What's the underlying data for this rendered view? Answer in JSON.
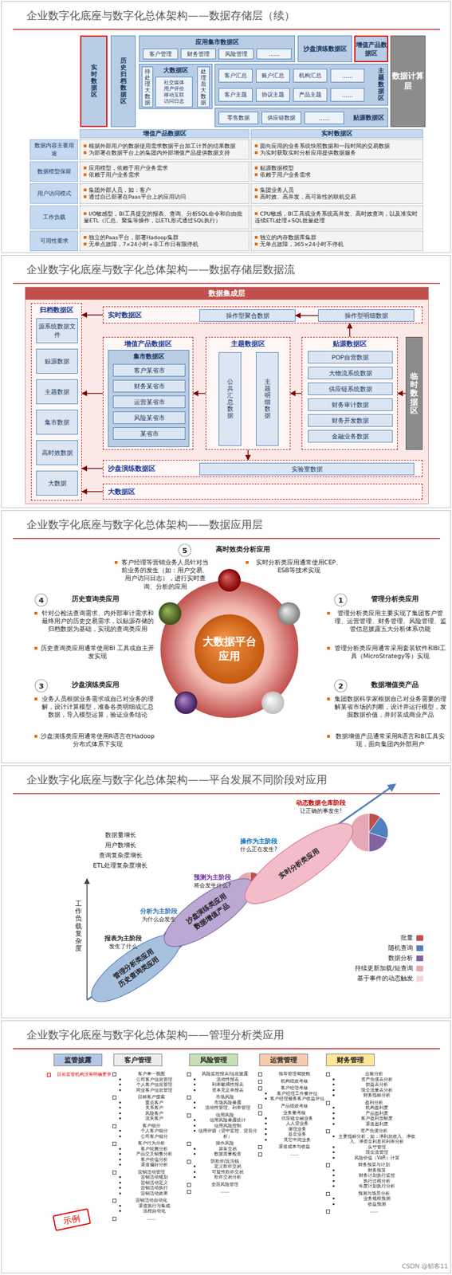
{
  "diagram": {
    "nodes": [
      {
        "text": [
          "企业数字化底座与数字化总体架构——数据存储层（续）"
        ]
      },
      {
        "text": [
          "实时数据区"
        ],
        "in": 0
      },
      {
        "text": [
          "历史归档数据区"
        ],
        "in": 0
      },
      {
        "text": [
          "应用集市数据区"
        ],
        "in": 0
      },
      {
        "text": [
          "客户管理"
        ],
        "in": 3
      },
      {
        "text": [
          "财务管理"
        ],
        "in": 3
      },
      {
        "text": [
          "风险管理"
        ],
        "in": 3
      },
      {
        "text": [
          "......"
        ],
        "in": 3
      },
      {
        "text": [
          "沙盘演练数据区"
        ],
        "in": 0
      },
      {
        "text": [
          "增值产品数据区"
        ],
        "in": 0
      },
      {
        "text": [
          "数据计算层"
        ],
        "in": 0
      },
      {
        "text": [
          "大数据区"
        ],
        "in": 0
      },
      {
        "text": [
          "待处理大数据"
        ],
        "in": 11
      },
      {
        "text": [
          "社交媒体",
          "用户评价",
          "移动互联",
          "访问日志"
        ],
        "in": 11
      },
      {
        "text": [
          "处理后大数据"
        ],
        "in": 11
      },
      {
        "text": [
          "主题数据区"
        ],
        "in": 0
      },
      {
        "text": [
          "客户汇总"
        ],
        "in": 15
      },
      {
        "text": [
          "账户汇总"
        ],
        "in": 15
      },
      {
        "text": [
          "机构汇总"
        ],
        "in": 15
      },
      {
        "text": [
          "......"
        ],
        "in": 15
      },
      {
        "text": [
          "客户主题"
        ],
        "in": 15
      },
      {
        "text": [
          "协议主题"
        ],
        "in": 15
      },
      {
        "text": [
          "产品主题"
        ],
        "in": 15
      },
      {
        "text": [
          "......"
        ],
        "in": 15
      },
      {
        "text": [
          "贴源数据区"
        ],
        "in": 0
      },
      {
        "text": [
          "零售数据"
        ],
        "in": 24
      },
      {
        "text": [
          "供应链数据"
        ],
        "in": 24
      },
      {
        "text": [
          "......"
        ],
        "in": 24
      },
      {
        "text": [
          "增值产品数据区"
        ],
        "in": 0
      },
      {
        "text": [
          "实时数据区"
        ],
        "in": 0
      },
      {
        "text": [
          "数据内容主要用途"
        ],
        "in": 0
      },
      {
        "text": [
          "根据外部用户的数据使用需求数据平台加工计算的结果数据",
          "为部署在数据平台上的集团内外部增值产品提供数据支持"
        ],
        "in": 0
      },
      {
        "text": [
          "面向应用的业务系统快照数据和一段时间的交易数据",
          "为实时获取实时分析应用提供数据服务"
        ],
        "in": 0
      },
      {
        "text": [
          "数据模型保留"
        ],
        "in": 0
      },
      {
        "text": [
          "应用模型，依赖于用户业务需求",
          "依赖于用户业务需求"
        ],
        "in": 0
      },
      {
        "text": [
          "贴源数据模型",
          "依赖于用户业务需求"
        ],
        "in": 0
      },
      {
        "text": [
          "用户访问模式"
        ],
        "in": 0
      },
      {
        "text": [
          "集团外部人员，如：客户",
          "通过自己部署在Paas平台上的应用访问"
        ],
        "in": 0
      },
      {
        "text": [
          "集团业务人员",
          "高时效、高并发，高可靠性的联机交易"
        ],
        "in": 0
      },
      {
        "text": [
          "工作负载"
        ],
        "in": 0
      },
      {
        "text": [
          "I/O敏感型，BI工具提交的报表、查询、分析SQL命令和自由批量ETL（汇总、聚集等操作，以ETL形式通过SQL执行）"
        ],
        "in": 0
      },
      {
        "text": [
          "CPU敏感，BI工具或业务系统高并发、高时效查询，以及准实时连续ETL处理+SQL批量处理"
        ],
        "in": 0
      },
      {
        "text": [
          "可用性要求"
        ],
        "in": 0
      },
      {
        "text": [
          "独立的Paas平台，部署Hadoop集群",
          "无单点故障，7×24小时+非工作日有限停机"
        ],
        "in": 0
      },
      {
        "text": [
          "独立的内存数据库集群",
          "无单点故障，365×24小时不停机"
        ],
        "in": 0
      },
      {
        "text": [
          "企业数字化底座与数字化总体架构——数据存储层数据流"
        ]
      },
      {
        "text": [
          "数据集成层"
        ],
        "in": 45
      },
      {
        "text": [
          "归档数据区"
        ],
        "in": 46
      },
      {
        "text": [
          "源系统数据文件"
        ],
        "in": 47
      },
      {
        "text": [
          "贴源数据"
        ],
        "in": 47
      },
      {
        "text": [
          "主题数据"
        ],
        "in": 47
      },
      {
        "text": [
          "集市数据"
        ],
        "in": 47
      },
      {
        "text": [
          "高时效数据"
        ],
        "in": 47
      },
      {
        "text": [
          "大数据"
        ],
        "in": 47
      },
      {
        "text": [
          "实时数据区"
        ],
        "in": 46
      },
      {
        "text": [
          "操作型聚合数据"
        ],
        "in": 54
      },
      {
        "text": [
          "操作型明细数据"
        ],
        "in": 54
      },
      {
        "text": [
          "增值产品数据区"
        ],
        "in": 46
      },
      {
        "text": [
          "集市数据区"
        ],
        "in": 57
      },
      {
        "text": [
          "客户某省市"
        ],
        "in": 58
      },
      {
        "text": [
          "财务某省市"
        ],
        "in": 58
      },
      {
        "text": [
          "运营某省市"
        ],
        "in": 58
      },
      {
        "text": [
          "风险某省市"
        ],
        "in": 58
      },
      {
        "text": [
          "某省市"
        ],
        "in": 58
      },
      {
        "text": [
          "主题数据区"
        ],
        "in": 46
      },
      {
        "text": [
          "公共汇总数据"
        ],
        "in": 64
      },
      {
        "text": [
          "主题明细数据"
        ],
        "in": 64
      },
      {
        "text": [
          "贴源数据区"
        ],
        "in": 46
      },
      {
        "text": [
          "POP自营数据"
        ],
        "in": 67
      },
      {
        "text": [
          "大物流系统数据"
        ],
        "in": 67
      },
      {
        "text": [
          "供应链系统数据"
        ],
        "in": 67
      },
      {
        "text": [
          "财务审计数据"
        ],
        "in": 67
      },
      {
        "text": [
          "财务开发数据"
        ],
        "in": 67
      },
      {
        "text": [
          "金融业务数据"
        ],
        "in": 67
      },
      {
        "text": [
          "临时数据区"
        ],
        "in": 46
      },
      {
        "text": [
          "沙盘演练数据区"
        ],
        "in": 46
      },
      {
        "text": [
          "实验室数据"
        ],
        "in": 75
      },
      {
        "text": [
          "大数据区"
        ],
        "in": 46
      },
      {
        "text": [
          "企业数字化底座与数字化总体架构——数据应用层"
        ]
      },
      {
        "text": [
          "大数据平台应用"
        ],
        "in": 78
      },
      {
        "text": [
          "5"
        ],
        "in": 78
      },
      {
        "text": [
          "1"
        ],
        "in": 78
      },
      {
        "text": [
          "2"
        ],
        "in": 78
      },
      {
        "text": [
          "4"
        ],
        "in": 78
      },
      {
        "text": [
          "3"
        ],
        "in": 78
      },
      {
        "text": [
          "企业数字化底座与数字化总体架构——平台发展不同阶段对应用"
        ]
      },
      {
        "text": [
          "管理分析类应用",
          "历史查询类应用"
        ],
        "in": 85
      },
      {
        "text": [
          "沙盘演练类应用",
          "数据增值产品"
        ],
        "in": 85
      },
      {
        "text": [
          "实时分析类应用"
        ],
        "in": 85
      },
      {
        "text": [
          "企业数字化底座与数字化总体架构——管理分析类应用"
        ]
      },
      {
        "text": [
          "监管披露"
        ],
        "in": 89
      },
      {
        "text": [
          "客户管理"
        ],
        "in": 89
      },
      {
        "text": [
          "风险管理"
        ],
        "in": 89
      },
      {
        "text": [
          "运营管理"
        ],
        "in": 89
      },
      {
        "text": [
          "财务管理"
        ],
        "in": 89
      },
      {
        "text": [
          "示例"
        ],
        "in": 89
      }
    ],
    "edges": [
      {
        "from": 74,
        "to": 67,
        "arrow": "to"
      },
      {
        "from": 67,
        "to": 64,
        "arrow": "to"
      },
      {
        "from": 64,
        "to": 57,
        "arrow": "to"
      },
      {
        "from": 56,
        "to": 55,
        "arrow": "to"
      },
      {
        "from": 67,
        "to": 54,
        "arrow": "to"
      },
      {
        "from": 54,
        "to": 47,
        "arrow": "to"
      },
      {
        "from": 57,
        "to": 47,
        "arrow": "to"
      },
      {
        "from": 64,
        "to": 75,
        "arrow": "to"
      },
      {
        "from": 75,
        "to": 47,
        "arrow": "to"
      },
      {
        "from": 77,
        "to": 47,
        "arrow": "to"
      }
    ],
    "labels": [
      "高时效类分析应用",
      "客户经理等营销业务人员针对当前业务的发生（如：用户交易、用户访问日志），进行实时查询、分析的应用",
      "实时分析类应用通常使用CEP、ESB等技术实现",
      "管理分析类应用",
      "管理分析类应用主要实现了集团客户管理、运营管理、财务管理、风险管理、监管信息披露五大分析体系功能",
      "管理分析类应用通常采用套装软件和BI工具（MicroStrategy等）实现",
      "数据增值类产品",
      "集团数据科学家根据自己对业务需要的理解某省市场的判断，设计并运行模型，发掘数据价值，并封装成商业产品",
      "数据增值产品通常采用R语言和BI工具实现，面向集团内外部用户",
      "历史查询类应用",
      "针对公检法查询需求、内外部审计需求和最终用户的历史交易需求，以贴源存储的归档数据为基础，实现的查询类应用",
      "历史查询类应用通常使用BI 工具或自主开发实现",
      "沙盘演练类应用",
      "业务人员根据业务需求或自己对业务的理解，设计计算模型，准备各类明细或汇总数据，导入模型运算，验证业务结论",
      "沙盘演练类应用通常使用R语言在Hadoop分布式体系下实现",
      "数据量增长",
      "用户数增长",
      "查询复杂度增长",
      "ETL处理复杂度增长",
      "工作负载复杂度",
      "报表为主阶段",
      "发生了什么",
      "分析为主阶段",
      "为什么会发生",
      "预测为主阶段",
      "将会发生什么?",
      "操作为主阶段",
      "什么正在发生?",
      "动态数据仓库阶段",
      "让正确的事发生!",
      "目前监管机构没有明确要求",
      "客户单一视图",
      "公司客户信息管理",
      "个人客户信息管理",
      "同业客户信息管理",
      "目标客户搜索",
      "重点客户",
      "关系客户",
      "风险客户",
      "流失客户",
      "客户细分",
      "个人客户细分",
      "公司客户细分",
      "客户行为分析",
      "客户轮廓分析",
      "产品交叉销售分析",
      "客户价值分析",
      "渠道偏好分析",
      "营销活动管理",
      "营销活动规划",
      "营销活动定义",
      "营销活动执行",
      "营销活动效果",
      "营销活动自动化",
      "渠道执行与集成",
      "流程自动化",
      "......",
      "风险监控报表/信息披露",
      "流动性报表",
      "利率敏感性报表",
      "资本充足率报表",
      "市场风险",
      "市场风险暴露",
      "流动性管理、利率管理",
      "信用风险",
      "信用风险暴露统计",
      "信用风险控制",
      "信用评级（贷中监控、贷后分析）",
      "操作风险",
      "异常交易",
      "数据质量检查",
      "防欺诈/反洗钱",
      "定义欺诈交易",
      "可疑性欺诈交易",
      "欺诈交易分析",
      "全面风险管理",
      "......",
      "领导管理驾驶舱",
      "机构绩效考核",
      "客户经理考核",
      "客户经理工作量评估",
      "客户经理服务客户收益评估",
      "产品绩效考核",
      "业务量考核",
      "供应链金融业务",
      "人人贷业务",
      "保理业务",
      "基金业务",
      "其它中间业务",
      "渠道成本与收益",
      "......",
      "总账分析",
      "资产负债表分析",
      "损益表分析",
      "现金流量表分析",
      "财务指标分析",
      "盈利分析",
      "机构盈利度",
      "产品盈利度",
      "客户盈利贡献度",
      "渠道盈利度",
      "资产负债分析",
      "主要指标分析，如：净利息收入、净收入、净资金利差和利率分析",
      "头寸管理",
      "现金流管理",
      "风险价值（VaR）计算",
      "财务预算与计划",
      "财务预算",
      "财务计划执行监控",
      "执行过程分析",
      "年度计划执行分析",
      "预测与场景分析",
      "业务规模预测",
      "收益预测",
      "......",
      "CSDN @郁客11"
    ],
    "legend": [
      {
        "text": "批量",
        "color": "#c0504d"
      },
      {
        "text": "随机查询",
        "color": "#4f81bd"
      },
      {
        "text": "数据分析",
        "color": "#8064a2"
      },
      {
        "text": "持续更新加载/短查询",
        "color": "#e6a8b4"
      },
      {
        "text": "基于事件的动态触发",
        "color": "#f7d4da"
      }
    ]
  }
}
